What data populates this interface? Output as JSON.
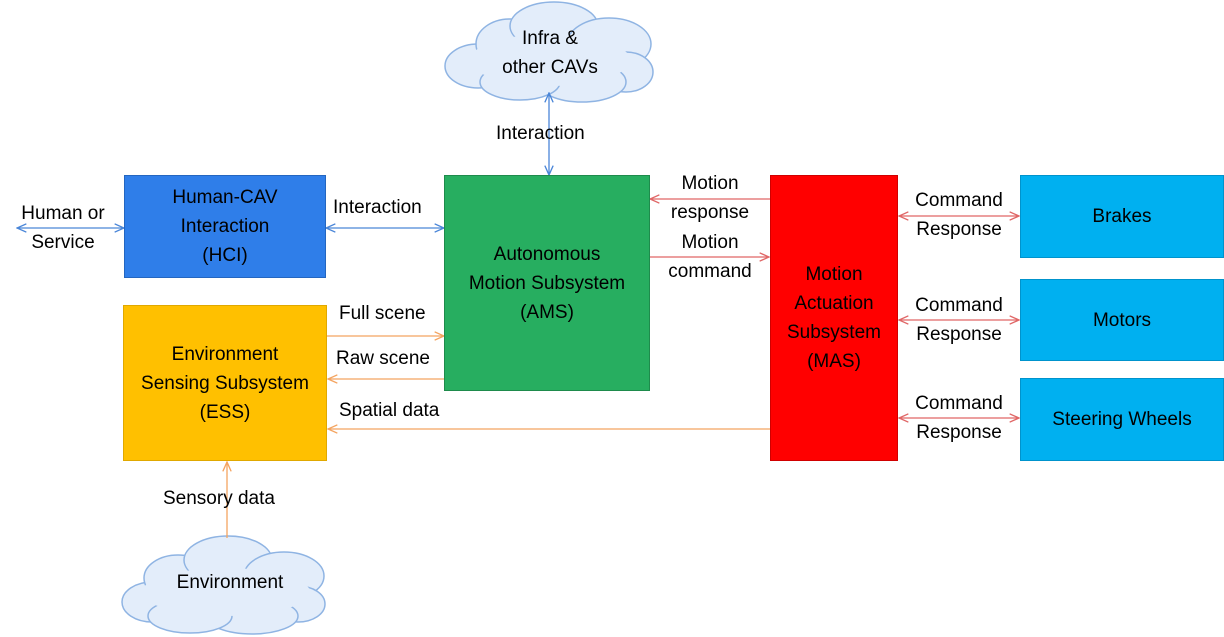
{
  "colors": {
    "hci_fill": "#2F7EE9",
    "ams_fill": "#27AE60",
    "ess_fill": "#FFC000",
    "mas_fill": "#FF0000",
    "actuator_fill": "#00B0F0",
    "cloud_fill": "#E3EDFA",
    "cloud_stroke": "#8FB4E3",
    "blue_line": "#4A86D8",
    "orange_line": "#F4A460",
    "red_line": "#E06666"
  },
  "clouds": {
    "infra": {
      "line1": "Infra &",
      "line2": "other CAVs"
    },
    "environment": {
      "label": "Environment"
    }
  },
  "boxes": {
    "hci": {
      "line1": "Human-CAV",
      "line2": "Interaction",
      "line3": "(HCI)"
    },
    "ams": {
      "line1": "Autonomous",
      "line2": "Motion Subsystem",
      "line3": "(AMS)"
    },
    "ess": {
      "line1": "Environment",
      "line2": "Sensing Subsystem",
      "line3": "(ESS)"
    },
    "mas": {
      "line1": "Motion",
      "line2": "Actuation",
      "line3": "Subsystem",
      "line4": "(MAS)"
    },
    "brakes": {
      "label": "Brakes"
    },
    "motors": {
      "label": "Motors"
    },
    "steering": {
      "label": "Steering Wheels"
    }
  },
  "labels": {
    "human_service_1": "Human or",
    "human_service_2": "Service",
    "interaction_top": "Interaction",
    "interaction_mid": "Interaction",
    "motion_response_1": "Motion",
    "motion_response_2": "response",
    "motion_command_1": "Motion",
    "motion_command_2": "command",
    "full_scene": "Full scene",
    "raw_scene": "Raw scene",
    "spatial_data": "Spatial data",
    "sensory_data": "Sensory data",
    "brakes_command": "Command",
    "brakes_response": "Response",
    "motors_command": "Command",
    "motors_response": "Response",
    "steering_command": "Command",
    "steering_response": "Response"
  }
}
